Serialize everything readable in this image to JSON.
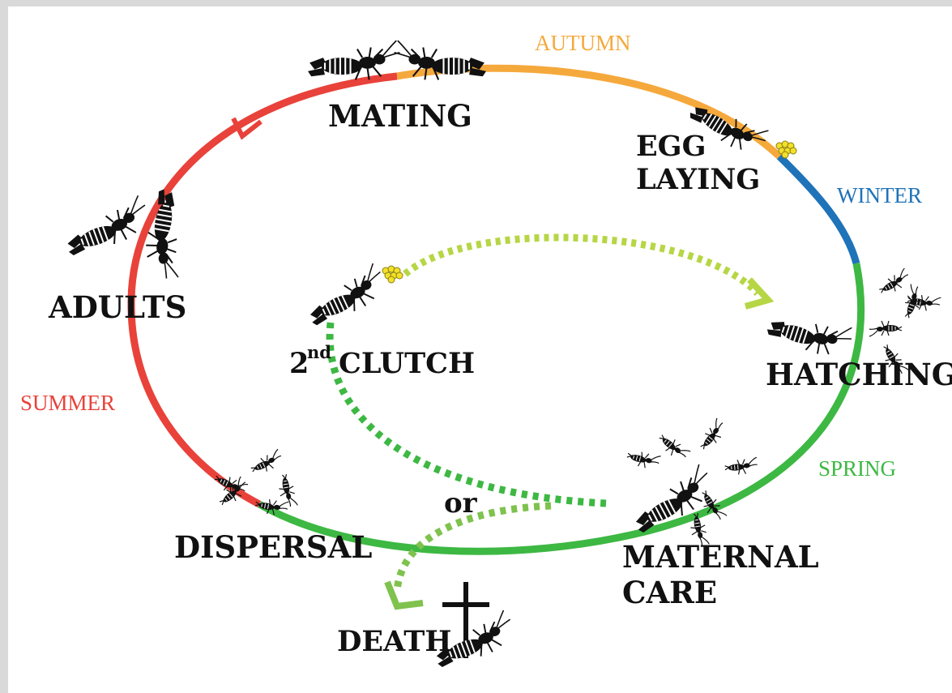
{
  "stages": {
    "mating": "MATING",
    "egg_laying_line1": "EGG",
    "egg_laying_line2": "LAYING",
    "adults": "ADULTS",
    "second_clutch_num": "2",
    "second_clutch_sup": "nd",
    "second_clutch_word": "CLUTCH",
    "hatching": "HATCHING",
    "dispersal": "DISPERSAL",
    "or": "or",
    "maternal_care_line1": "MATERNAL",
    "maternal_care_line2": "CARE",
    "death": "DEATH"
  },
  "seasons": {
    "autumn": "AUTUMN",
    "winter": "WINTER",
    "spring": "SPRING",
    "summer": "SUMMER"
  },
  "colors": {
    "summer": "#e8423a",
    "autumn": "#f5a93c",
    "winter": "#1f73b8",
    "spring": "#3db843",
    "second_clutch_arrow": "#b6d645",
    "death_arrow": "#7fc24d",
    "eggs": "#f2e02a",
    "insect": "#111111"
  },
  "icons": [
    "earwig-mating-pair-icon",
    "earwig-female-laying-icon",
    "egg-cluster-icon",
    "earwig-adult-pair-icon",
    "earwig-second-clutch-icon",
    "earwig-hatching-icon",
    "nymph-cluster-icon",
    "earwig-maternal-care-icon",
    "nymph-dispersal-icon",
    "cross-icon",
    "earwig-dead-icon"
  ]
}
